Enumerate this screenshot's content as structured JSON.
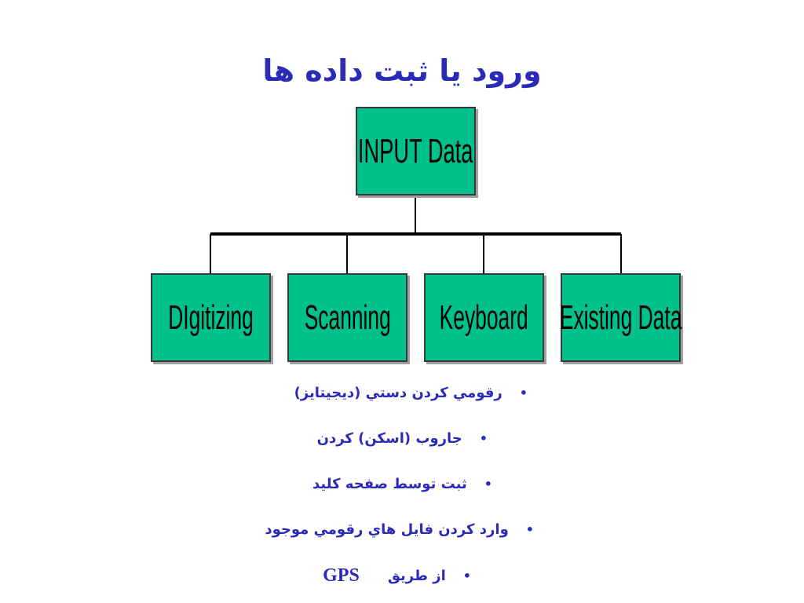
{
  "slide": {
    "title": "ورود يا ثبت داده ها"
  },
  "diagram": {
    "root": {
      "label": "INPUT Data"
    },
    "children": [
      {
        "label": "DIgitizing"
      },
      {
        "label": "Scanning"
      },
      {
        "label": "Keyboard"
      },
      {
        "label": "Existing Data"
      }
    ],
    "node_color": "#00c08b",
    "text_color": "#2b2bb8"
  },
  "bullets": [
    {
      "text": "رقومي كردن دستي (ديجيتايز)"
    },
    {
      "text": "جاروب (اسكن) كردن"
    },
    {
      "text": "ثبت توسط صفحه كليد"
    },
    {
      "text": "وارد كردن فايل هاي رقومي موجود"
    },
    {
      "text": "از طريق",
      "suffix": "GPS"
    }
  ],
  "bullet_symbol": "•"
}
